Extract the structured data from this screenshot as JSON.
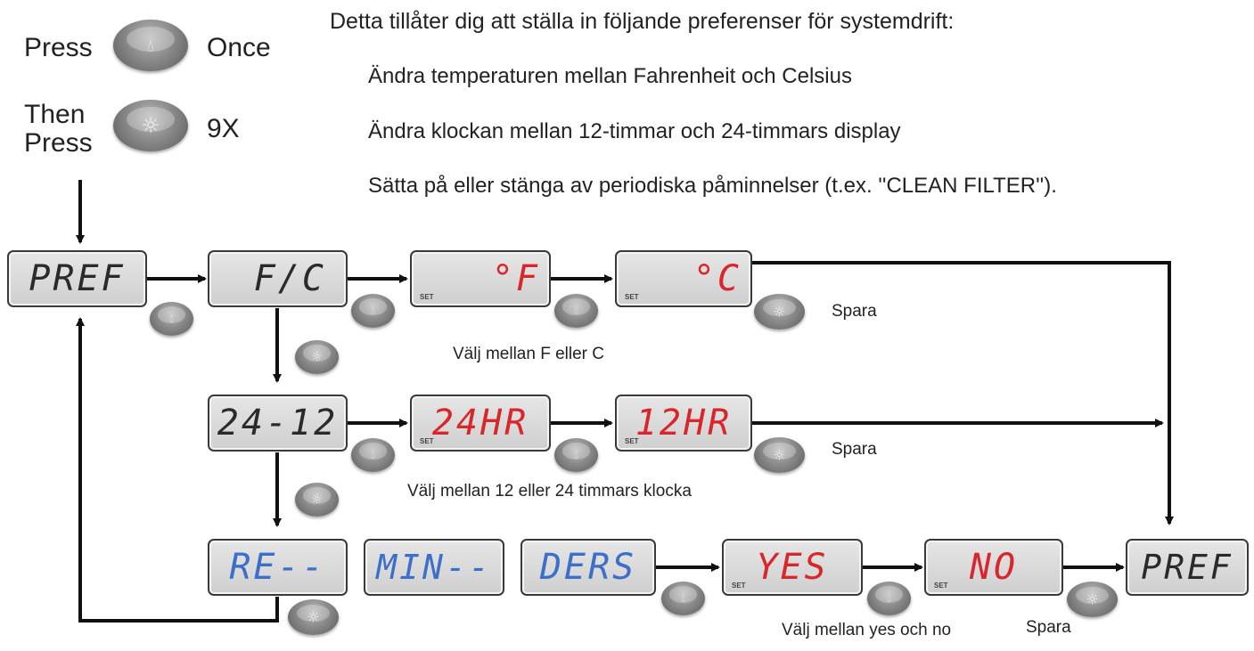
{
  "legend": {
    "press": "Press",
    "once": "Once",
    "then": "Then",
    "then_press": "Press",
    "nine_x": "9X",
    "button_icons": {
      "temp": "droplet-icon",
      "light": "sun-icon"
    }
  },
  "intro": "Detta tillåter dig att ställa in följande preferenser för systemdrift:",
  "bullets": [
    "Ändra temperaturen mellan Fahrenheit och Celsius",
    "Ändra klockan mellan 12-timmar och 24-timmars display",
    "Sätta på eller stänga av periodiska påminnelser (t.ex. ''CLEAN FILTER'')."
  ],
  "displays": {
    "pref_start": "PREF",
    "fc": "F/C",
    "fc_f": "°F",
    "fc_c": "°C",
    "clock": "24-12",
    "clock_24": "24HR",
    "clock_12": "12HR",
    "rem1": "RE--",
    "rem2": "MIN--",
    "rem3": "DERS",
    "yes": "YES",
    "no": "NO",
    "pref_end": "PREF",
    "set_label": "SET"
  },
  "captions": {
    "save_temp": "Spara",
    "choose_temp": "Välj mellan F eller C",
    "save_clock": "Spara",
    "choose_clock": "Välj mellan 12 eller 24 timmars klocka",
    "choose_reminder": "Välj mellan yes och no",
    "save_reminder": "Spara"
  },
  "colors": {
    "segment_black": "#2a2a2a",
    "segment_red": "#d8262b",
    "segment_blue": "#3b6fc9",
    "lcd_background": "#d9d9d9",
    "arrow": "#111111"
  }
}
